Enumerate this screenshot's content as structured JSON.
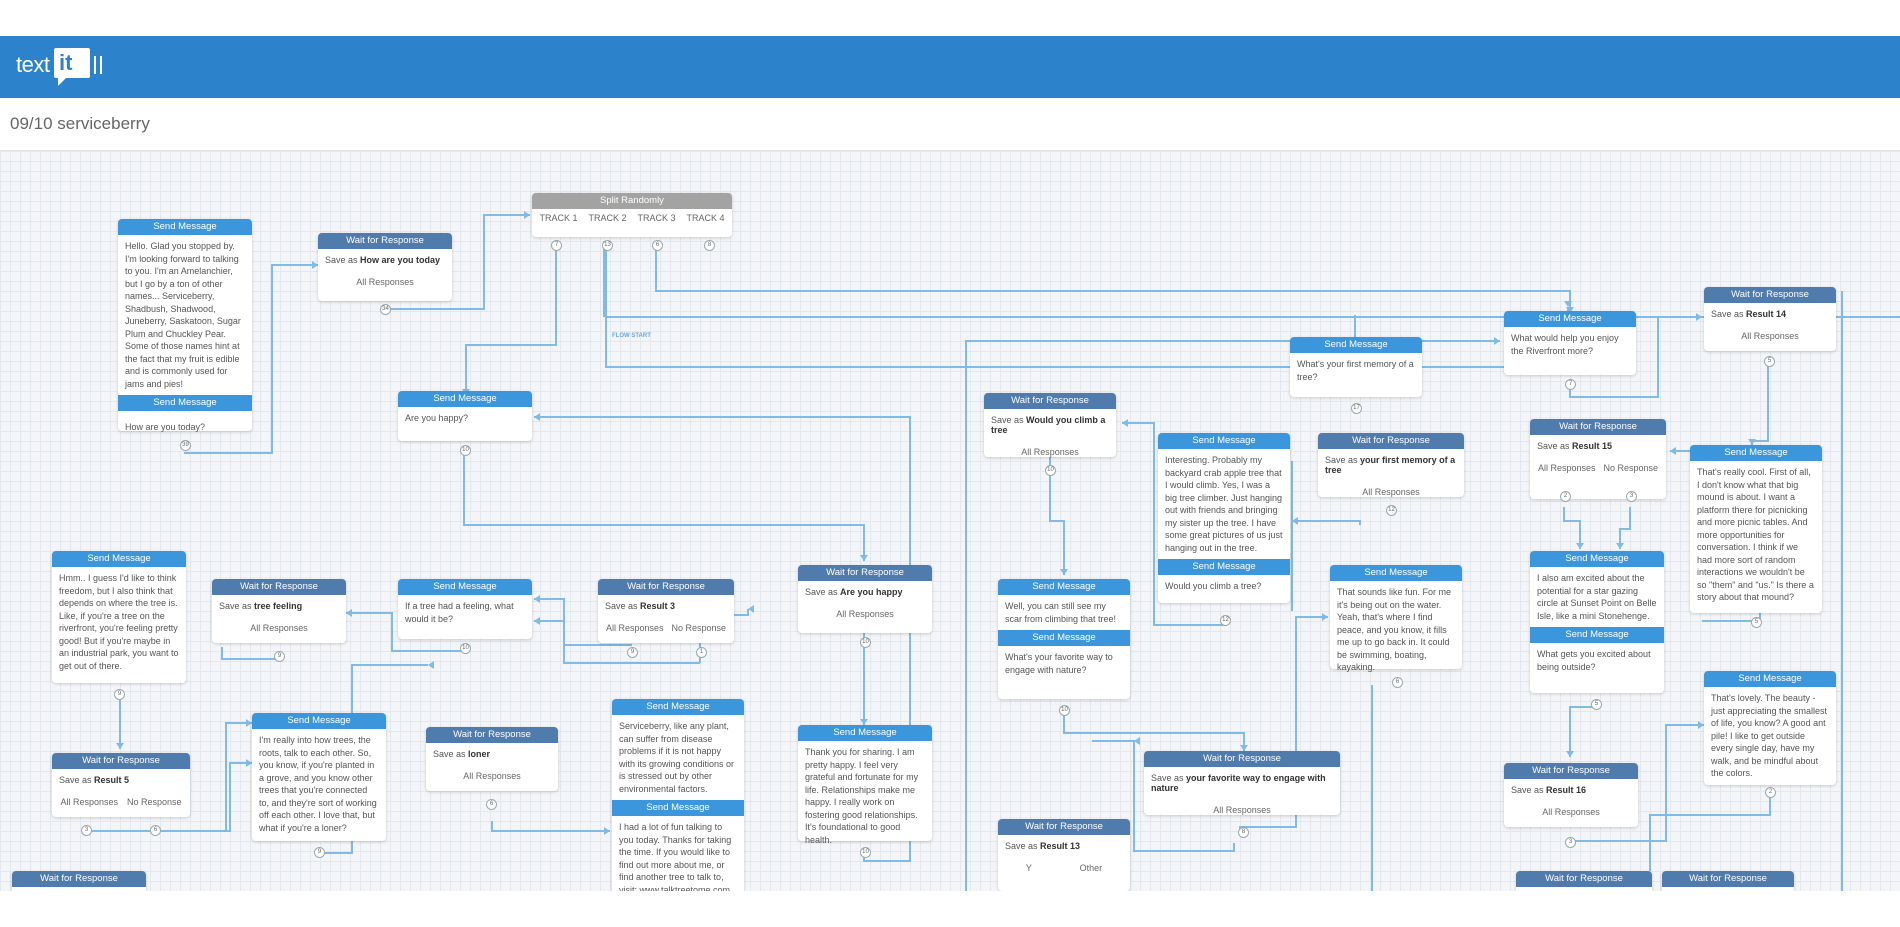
{
  "app": {
    "logo_text": "text",
    "logo_mark": "it"
  },
  "flow": {
    "title": "09/10 serviceberry",
    "start_label": "FLOW START"
  },
  "nodes": {
    "split": {
      "header": "Split Randomly",
      "tracks": [
        "TRACK 1",
        "TRACK 2",
        "TRACK 3",
        "TRACK 4"
      ],
      "counts": [
        "7",
        "13",
        "6",
        "8"
      ]
    },
    "n1": {
      "header": "Send Message",
      "text": "Hello. Glad you stopped by. I'm looking forward to talking to you. I'm an Amelanchier, but I go by a ton of other names... Serviceberry, Shadbush, Shadwood, Juneberry, Saskatoon, Sugar Plum and Chuckley Pear. Some of those names hint at the fact that my fruit is edible and is commonly used for jams and pies!",
      "header2": "Send Message",
      "text2": "How are you today?",
      "count": "39"
    },
    "n2": {
      "header": "Wait for Response",
      "save_prefix": "Save as",
      "save_name": "How are you today",
      "cat": "All Responses",
      "count": "34"
    },
    "n3": {
      "header": "Send Message",
      "text": "Are you happy?",
      "count": "10"
    },
    "n4": {
      "header": "Wait for Response",
      "save_prefix": "Save as",
      "save_name": "Are you happy",
      "cat": "All Responses",
      "count": "10"
    },
    "n5": {
      "header": "Send Message",
      "text": "Thank you for sharing. I am pretty happy. I feel very grateful and fortunate for my life. Relationships make me happy. I really work on fostering good relationships. It's foundational to good health.",
      "count": "10"
    },
    "n6": {
      "header": "Wait for Response",
      "save_prefix": "Save as",
      "save_name": "Result 3",
      "cat1": "All Responses",
      "cat2": "No Response",
      "count1": "9",
      "count2": "1"
    },
    "n7": {
      "header": "Send Message",
      "text": "If a tree had a feeling, what would it be?",
      "count": "10"
    },
    "n8": {
      "header": "Wait for Response",
      "save_prefix": "Save as",
      "save_name": "tree feeling",
      "cat": "All Responses",
      "count": "9"
    },
    "n9": {
      "header": "Send Message",
      "text": "Hmm.. I guess I'd like to think freedom, but I also think that depends on where the tree is. Like, if you're a tree on the riverfront, you're feeling pretty good! But if you're maybe in an industrial park, you want to get out of there.",
      "count": "9"
    },
    "n10": {
      "header": "Wait for Response",
      "save_prefix": "Save as",
      "save_name": "Result 5",
      "cat1": "All Responses",
      "cat2": "No Response",
      "count1": "3",
      "count2": "6"
    },
    "n11": {
      "header": "Send Message",
      "text": "I'm really into how trees, the roots, talk to each other. So, you know, if you're planted in a grove, and you know other trees that you're connected to, and they're sort of working off each other. I love that, but what if you're a loner?",
      "count": "9"
    },
    "n12": {
      "header": "Wait for Response",
      "save_prefix": "Save as",
      "save_name": "loner",
      "cat": "All Responses",
      "count": "6"
    },
    "n13": {
      "header": "Send Message",
      "text": "Serviceberry, like any plant, can suffer from disease problems if it is not happy with its growing conditions or is stressed out by other environmental factors.",
      "header2": "Send Message",
      "text2": "I had a lot of fun talking to you today. Thanks for taking the time. If you would like to find out more about me, or find another tree to talk to, visit: www.talktreetome.com."
    },
    "n14": {
      "header": "Wait for Response"
    },
    "n15": {
      "header": "Send Message",
      "text": "What's your first memory of a tree?",
      "count": "17"
    },
    "n16": {
      "header": "Wait for Response",
      "save_prefix": "Save as",
      "save_name": "your first memory of a tree",
      "cat": "All Responses",
      "count": "12"
    },
    "n17": {
      "header": "Send Message",
      "text": "Interesting. Probably my backyard crab apple tree that I would climb. Yes, I was a big tree climber. Just hanging out with friends and bringing my sister up the tree. I have some great pictures of us just hanging out in the tree.",
      "header2": "Send Message",
      "text2": "Would you climb a tree?",
      "count": "12"
    },
    "n18": {
      "header": "Wait for Response",
      "save_prefix": "Save as",
      "save_name": "Would you climb a tree",
      "cat": "All Responses",
      "count": "10"
    },
    "n19": {
      "header": "Send Message",
      "text": "Well, you can still see my scar from climbing that tree!",
      "header2": "Send Message",
      "text2": "What's your favorite way to engage with nature?",
      "count": "10"
    },
    "n20": {
      "header": "Wait for Response",
      "save_prefix": "Save as",
      "save_name": "your favorite way to engage with nature",
      "cat": "All Responses",
      "count": "8"
    },
    "n21": {
      "header": "Send Message",
      "text": "That sounds like fun. For me it's being out on the water. Yeah, that's where I find peace, and you know, it fills me up to go back in. It could be swimming, boating, kayaking.",
      "count": "6"
    },
    "n22": {
      "header": "Wait for Response",
      "save_prefix": "Save as",
      "save_name": "Result 13",
      "cat1": "Y",
      "cat2": "Other"
    },
    "n23": {
      "header": "Send Message",
      "text": "What would help you enjoy the Riverfront more?",
      "count": "7"
    },
    "n24": {
      "header": "Wait for Response",
      "save_prefix": "Save as",
      "save_name": "Result 14",
      "cat": "All Responses",
      "count": "5"
    },
    "n25": {
      "header": "Send Message",
      "text": "That's really cool. First of all, I don't know what that big mound is about. I want a platform there for picnicking and more picnic tables. And more opportunities for conversation. I think if we had more sort of random interactions we wouldn't be so \"them\" and \"us.\" Is there a story about that mound?",
      "count": "5"
    },
    "n26": {
      "header": "Wait for Response",
      "save_prefix": "Save as",
      "save_name": "Result 15",
      "cat1": "All Responses",
      "cat2": "No Response",
      "count1": "2",
      "count2": "3"
    },
    "n27": {
      "header": "Send Message",
      "text": "I also am excited about the potential for a star gazing circle at Sunset Point on Belle Isle, like a mini Stonehenge.",
      "header2": "Send Message",
      "text2": "What gets you excited about being outside?",
      "count": "5"
    },
    "n28": {
      "header": "Wait for Response",
      "save_prefix": "Save as",
      "save_name": "Result 16",
      "cat": "All Responses",
      "count": "3"
    },
    "n29": {
      "header": "Send Message",
      "text": "That's lovely. The beauty - just appreciating the smallest of life, you know? A good ant pile! I like to get outside every single day, have my walk, and be mindful about the colors.",
      "count": "2"
    },
    "n30": {
      "header": "Wait for Response"
    },
    "n31": {
      "header": "Wait for Response"
    }
  },
  "colors": {
    "header_bar": "#2d82cc",
    "send_message": "#3b96dc",
    "wait_response": "#4f7bad",
    "split": "#a3a3a3",
    "wire": "#7fbbe6"
  }
}
